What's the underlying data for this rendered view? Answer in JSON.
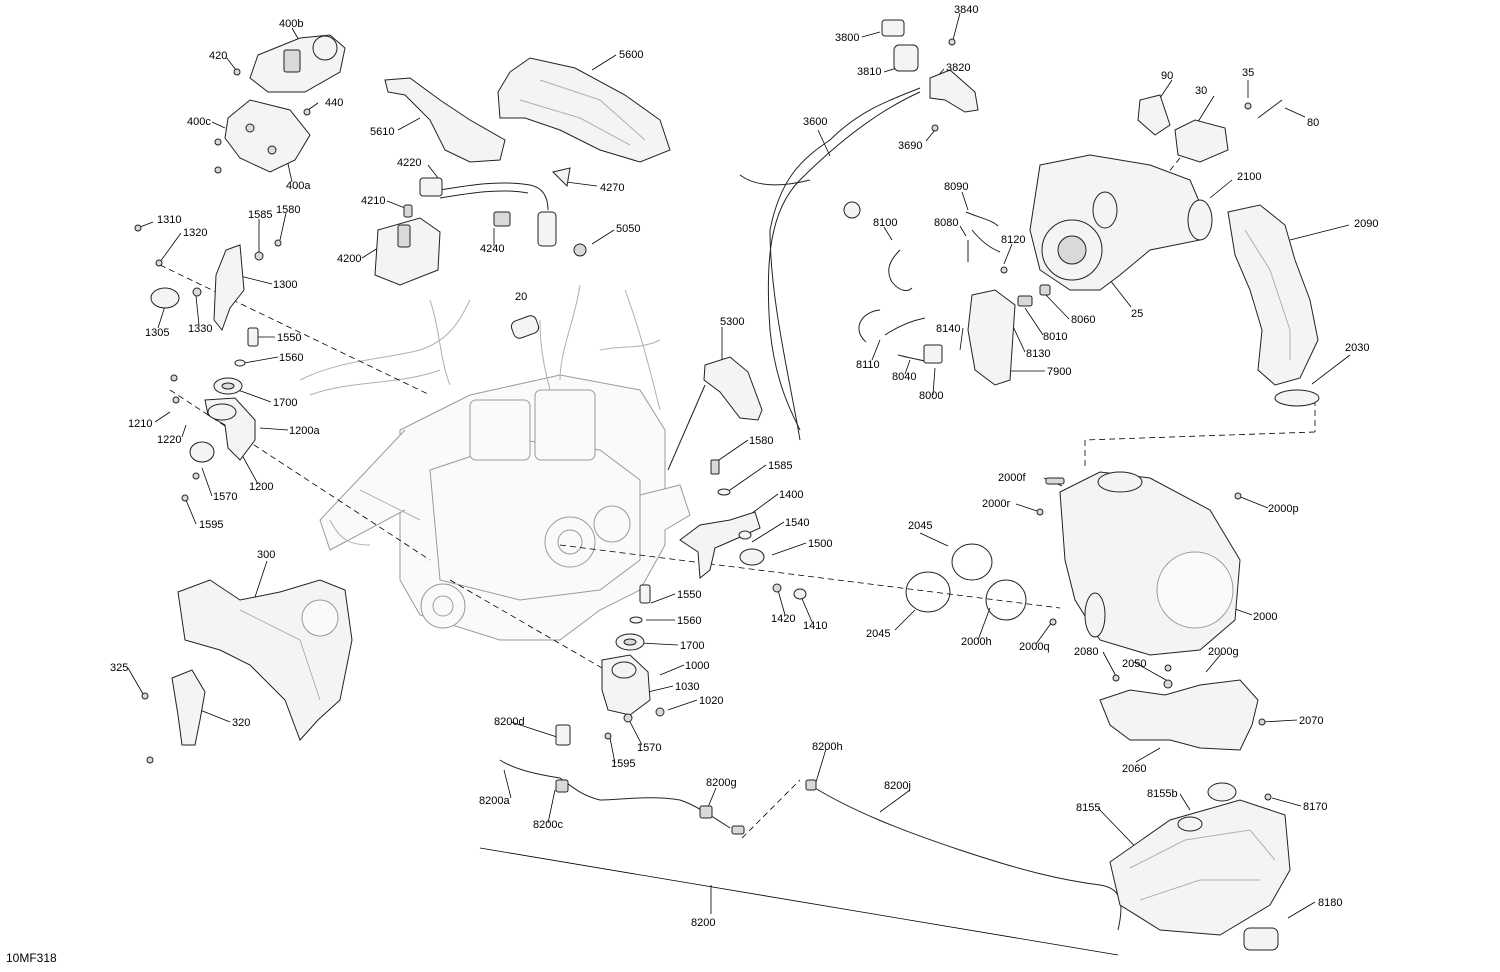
{
  "diagram_code": "10MF318",
  "callouts": {
    "c400b": "400b",
    "c420": "420",
    "c440": "440",
    "c400c": "400c",
    "c400a": "400a",
    "c5600": "5600",
    "c5610": "5610",
    "c4220": "4220",
    "c4210": "4210",
    "c4200": "4200",
    "c4240": "4240",
    "c4270": "4270",
    "c5050": "5050",
    "c1310": "1310",
    "c1320": "1320",
    "c1585a": "1585",
    "c1580a": "1580",
    "c1300": "1300",
    "c1305": "1305",
    "c1330": "1330",
    "c20": "20",
    "c1550a": "1550",
    "c1560a": "1560",
    "c1700a": "1700",
    "c1210": "1210",
    "c1220": "1220",
    "c1200a": "1200a",
    "c1200": "1200",
    "c1570a": "1570",
    "c1595a": "1595",
    "c300": "300",
    "c325": "325",
    "c320": "320",
    "c5300": "5300",
    "c1580b": "1580",
    "c1585b": "1585",
    "c1400": "1400",
    "c1540": "1540",
    "c1500": "1500",
    "c1550b": "1550",
    "c1560b": "1560",
    "c1420": "1420",
    "c1410": "1410",
    "c1700b": "1700",
    "c1000": "1000",
    "c1030": "1030",
    "c1020": "1020",
    "c1570b": "1570",
    "c1595b": "1595",
    "c3840": "3840",
    "c3800": "3800",
    "c3810": "3810",
    "c3820": "3820",
    "c3600": "3600",
    "c3690": "3690",
    "c90": "90",
    "c35": "35",
    "c30": "30",
    "c80": "80",
    "c2100": "2100",
    "c2090": "2090",
    "c25": "25",
    "c2030": "2030",
    "c8090": "8090",
    "c8100": "8100",
    "c8080": "8080",
    "c8120": "8120",
    "c8060": "8060",
    "c8010": "8010",
    "c8140": "8140",
    "c8130": "8130",
    "c8110": "8110",
    "c8040": "8040",
    "c7900": "7900",
    "c8000": "8000",
    "c2000f": "2000f",
    "c2000r": "2000r",
    "c2000p": "2000p",
    "c2045a": "2045",
    "c2045b": "2045",
    "c2000h": "2000h",
    "c2000q": "2000q",
    "c2000": "2000",
    "c2080": "2080",
    "c2050": "2050",
    "c2000g": "2000g",
    "c2070": "2070",
    "c2060": "2060",
    "c8200d": "8200d",
    "c8200a": "8200a",
    "c8200c": "8200c",
    "c8200g": "8200g",
    "c8200h": "8200h",
    "c8200j": "8200j",
    "c8200": "8200",
    "c8155b": "8155b",
    "c8155": "8155",
    "c8170": "8170",
    "c8180": "8180"
  }
}
